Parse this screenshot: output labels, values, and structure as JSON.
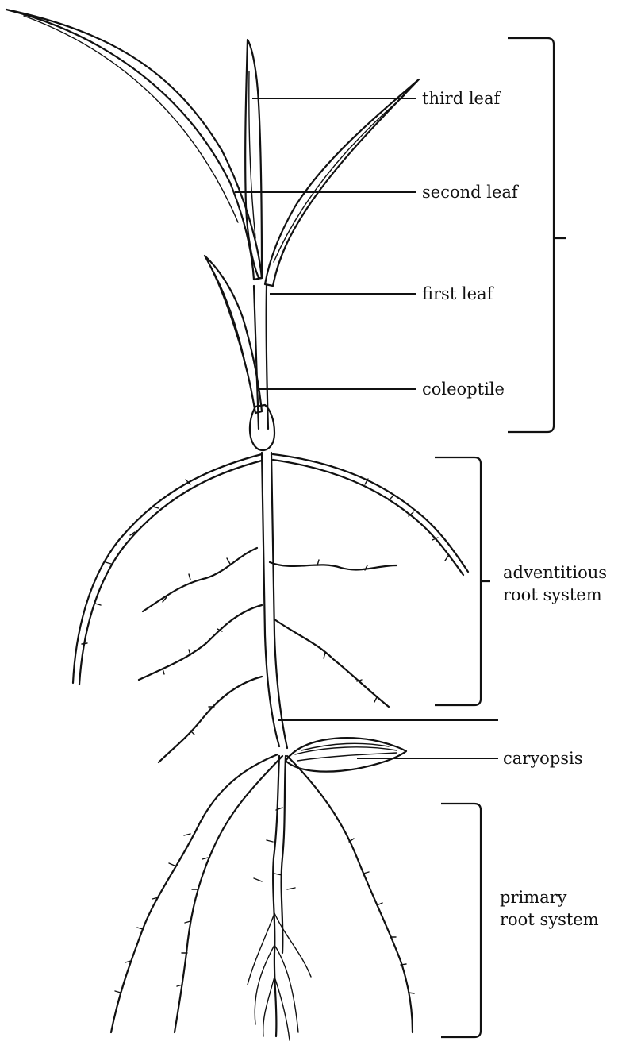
{
  "labels": {
    "third_leaf": "third leaf",
    "second_leaf": "second leaf",
    "first_leaf": "first leaf",
    "coleoptile": "coleoptile",
    "adventitious_line1": "adventitious",
    "adventitious_line2": "root system",
    "caryopsis": "caryopsis",
    "primary_line1": "primary",
    "primary_line2": "root system"
  }
}
